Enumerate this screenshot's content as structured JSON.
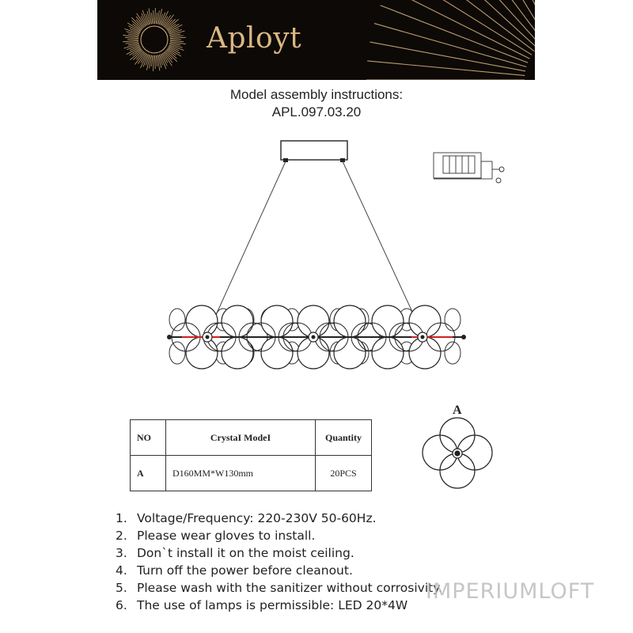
{
  "brand": {
    "name": "Aployt",
    "logo": "sunburst-logo",
    "accent": "#d9b784",
    "background": "#0d0906"
  },
  "title": {
    "line1": "Model assembly instructions:",
    "line2": "APL.097.03.20"
  },
  "detail_label": "A",
  "parts_table": {
    "headers": [
      "NO",
      "CrystaI  ModeI",
      "Quantity"
    ],
    "rows": [
      {
        "no": "A",
        "model": "D160MM*W130mm",
        "quantity": "20PCS"
      }
    ]
  },
  "notes": [
    {
      "num": "1.",
      "text": "Voltage/Frequency: 220-230V 50-60Hz."
    },
    {
      "num": "2.",
      "text": "Please wear gloves to install."
    },
    {
      "num": "3.",
      "text": "Don`t install it on the moist ceiling."
    },
    {
      "num": "4.",
      "text": "Turn off the power before cleanout."
    },
    {
      "num": "5.",
      "text": "Please wash with the sanitizer without corrosivity."
    },
    {
      "num": "6.",
      "text": "The use of lamps is permissible: LED 20*4W"
    }
  ],
  "watermark": "IMPERIUMLOFT"
}
